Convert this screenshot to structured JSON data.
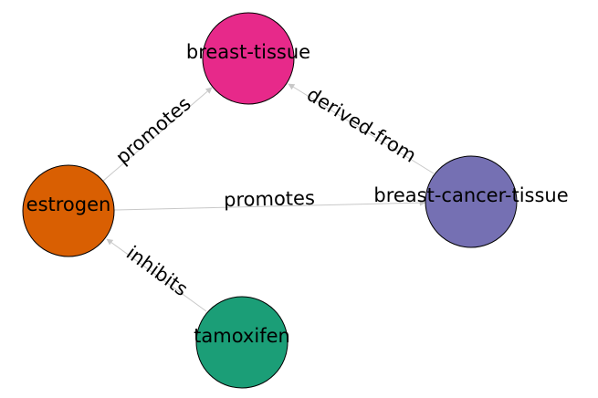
{
  "graph": {
    "nodes": [
      {
        "id": "breast-tissue",
        "label": "breast-tissue",
        "color": "#e7298a"
      },
      {
        "id": "estrogen",
        "label": "estrogen",
        "color": "#d95f02"
      },
      {
        "id": "breast-cancer-tissue",
        "label": "breast-cancer-tissue",
        "color": "#7570b3"
      },
      {
        "id": "tamoxifen",
        "label": "tamoxifen",
        "color": "#1b9e77"
      }
    ],
    "edges": [
      {
        "source": "estrogen",
        "target": "breast-tissue",
        "label": "promotes"
      },
      {
        "source": "breast-cancer-tissue",
        "target": "breast-tissue",
        "label": "derived-from"
      },
      {
        "source": "estrogen",
        "target": "breast-cancer-tissue",
        "label": "promotes"
      },
      {
        "source": "tamoxifen",
        "target": "estrogen",
        "label": "inhibits"
      }
    ],
    "edge_color": "#c8c8c8",
    "node_stroke": "#000000"
  }
}
